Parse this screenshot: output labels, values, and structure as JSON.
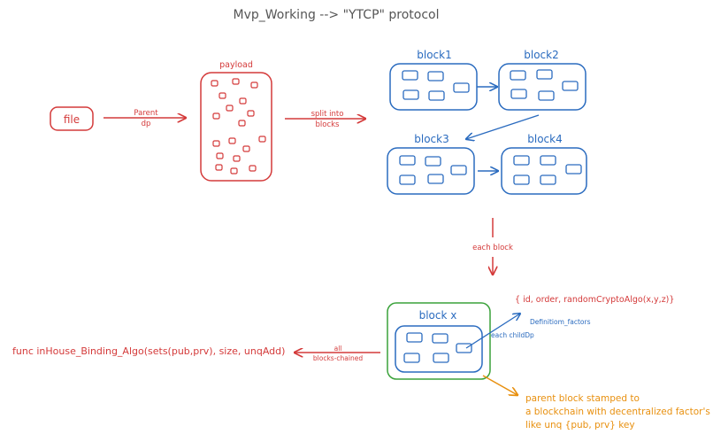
{
  "title": "Mvp_Working --> \"YTCP\" protocol",
  "file_label": "file",
  "arrow_parent_dp": [
    "Parent",
    "dp"
  ],
  "payload_label": "payload",
  "arrow_split": [
    "split into",
    "blocks"
  ],
  "blocks": [
    "block1",
    "block2",
    "block3",
    "block4"
  ],
  "each_block_label": "each block",
  "block_x_label": "block x",
  "block_x_fields": "{ id, order, randomCryptoAlgo(x,y,z)}",
  "definition_factors": "Definitiom_factors",
  "each_child": "each childDp",
  "arrow_all_blocks": [
    "all",
    "blocks-chained"
  ],
  "binding_algo": "func inHouse_Binding_Algo(sets(pub,prv), size, unqAdd)",
  "parent_stamped": [
    "parent block stamped to",
    "a blockchain with decentralized factor's",
    "like unq {pub, prv} key"
  ],
  "colors": {
    "red": "#d43a3a",
    "blue": "#2a6bbf",
    "green": "#3aa23a",
    "orange": "#e8900f",
    "title": "#555555"
  }
}
